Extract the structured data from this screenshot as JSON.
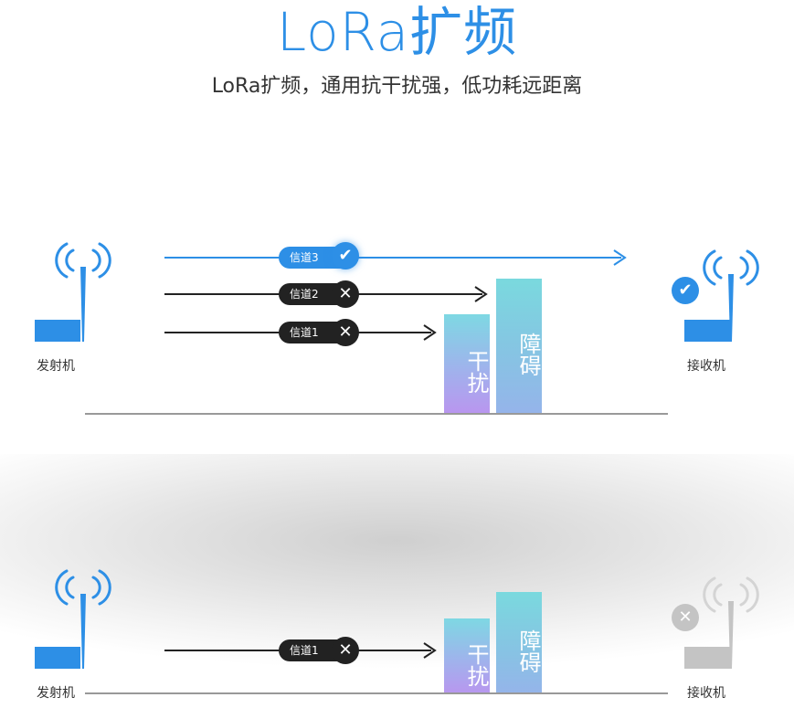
{
  "header": {
    "title": "LoRa扩频",
    "subtitle": "LoRa扩频，通用抗干扰强，低功耗远距离"
  },
  "top_scene": {
    "transmitter_label": "发射机",
    "receiver_label": "接收机",
    "channels": [
      {
        "label": "信道3",
        "status": "ok"
      },
      {
        "label": "信道2",
        "status": "fail"
      },
      {
        "label": "信道1",
        "status": "fail"
      }
    ],
    "interference_label": "干扰",
    "obstacle_label": "障碍"
  },
  "bottom_scene": {
    "transmitter_label": "发射机",
    "receiver_label": "接收机",
    "channels": [
      {
        "label": "信道1",
        "status": "fail"
      }
    ],
    "interference_label": "干扰",
    "obstacle_label": "障碍"
  },
  "colors": {
    "accent": "#2d8fe6",
    "dark": "#222222",
    "receiver_disabled": "#c4c4c4"
  },
  "icons": {
    "ok": "checkmark-icon",
    "fail": "cross-icon",
    "signal": "signal-waves-icon",
    "antenna": "antenna-icon"
  }
}
